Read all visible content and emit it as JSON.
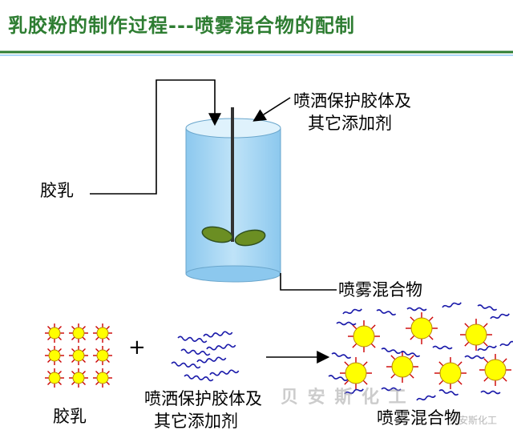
{
  "title": "乳胶粉的制作过程---喷雾混合物的配制",
  "labels": {
    "latex_input": "胶乳",
    "additives_top_line1": "喷洒保护胶体及",
    "additives_top_line2": "其它添加剂",
    "spray_mixture_tank": "喷雾混合物",
    "latex_bottom": "胶乳",
    "additives_bottom_line1": "喷洒保护胶体及",
    "additives_bottom_line2": "其它添加剂",
    "spray_mixture_bottom": "喷雾混合物",
    "plus": "+"
  },
  "watermark": {
    "text": "贝 安 斯 化 工",
    "sub": "贝安斯化工"
  },
  "colors": {
    "title": "#2e7d32",
    "tank_fill": "#a9d7f5",
    "tank_top": "#cdeaf8",
    "particle": "#ffff00",
    "particle_spikes": "#cc0000",
    "colloid": "#1a1aaa",
    "impeller": "#6b8e23"
  }
}
